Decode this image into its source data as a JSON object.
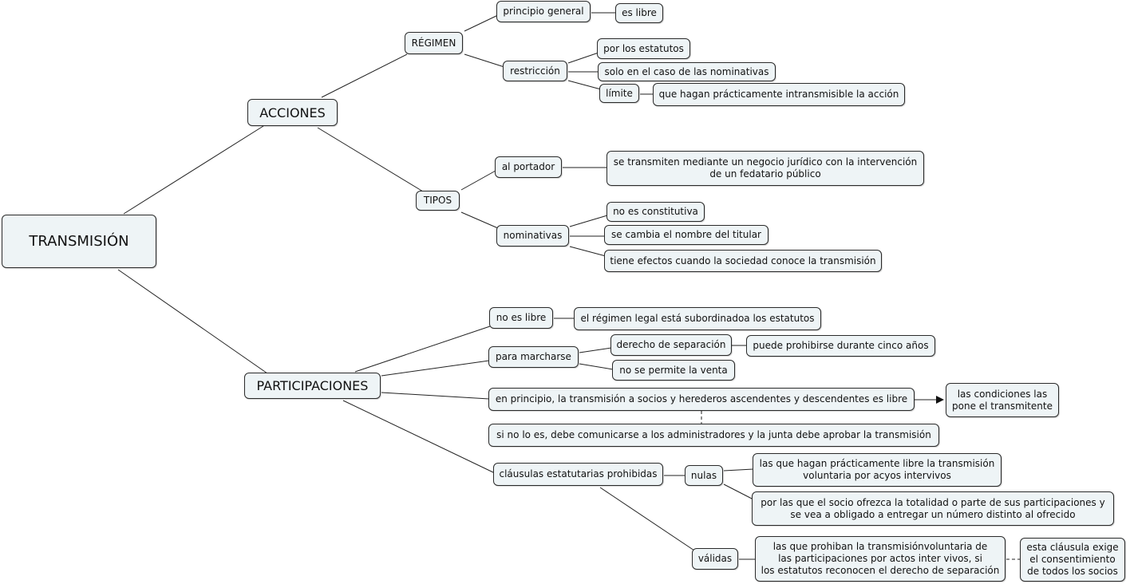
{
  "nodes": {
    "transmision": "TRANSMISIÓN",
    "acciones": "ACCIONES",
    "participaciones": "PARTICIPACIONES",
    "regimen": "RÉGIMEN",
    "principio_general": "principio general",
    "es_libre": "es libre",
    "restriccion": "restricción",
    "por_estatutos": "por los estatutos",
    "solo_nominativas": "solo en el caso de las nominativas",
    "limite": "límite",
    "intransmisible": "que hagan prácticamente intransmisible la acción",
    "tipos": "TIPOS",
    "al_portador": "al portador",
    "negocio_juridico": "se transmiten mediante un negocio jurídico con la intervención\nde un fedatario público",
    "nominativas": "nominativas",
    "no_constitutiva": "no es constitutiva",
    "cambia_nombre": "se cambia el nombre del titular",
    "efectos_sociedad": "tiene efectos cuando la sociedad conoce la transmisión",
    "no_es_libre": "no es libre",
    "regimen_legal": "el régimen legal está subordinadoa los estatutos",
    "para_marcharse": "para marcharse",
    "derecho_separacion": "derecho de separación",
    "prohibirse_cinco": "puede prohibirse durante cinco años",
    "no_venta": "no se permite la venta",
    "en_principio": "en principio, la transmisión a socios y herederos ascendentes y descendentes es libre",
    "condiciones": "las condiciones las\npone el transmitente",
    "si_no_lo_es": "si no lo es, debe comunicarse a los administradores y la junta debe aprobar la transmisión",
    "clausulas_prohibidas": "cláusulas estatutarias prohibidas",
    "nulas": "nulas",
    "libre_voluntaria": "las que hagan prácticamente libre la transmisión\nvoluntaria por acyos intervivos",
    "totalidad_parte": "por las que el socio ofrezca la totalidad o parte de sus participaciones y\nse vea a obligado a entregar un número distinto al ofrecido",
    "validas": "válidas",
    "prohiban_transmision": "las que prohiban la transmisiónvoluntaria de\nlas participaciones por actos inter vivos, si\nlos estatutos reconocen el derecho de separación",
    "consentimiento": "esta cláusula exige\nel consentimiento\nde todos los socios"
  },
  "colors": {
    "node_fill": "#eef4f6",
    "node_border": "#2a2a2a",
    "line": "#222222"
  }
}
